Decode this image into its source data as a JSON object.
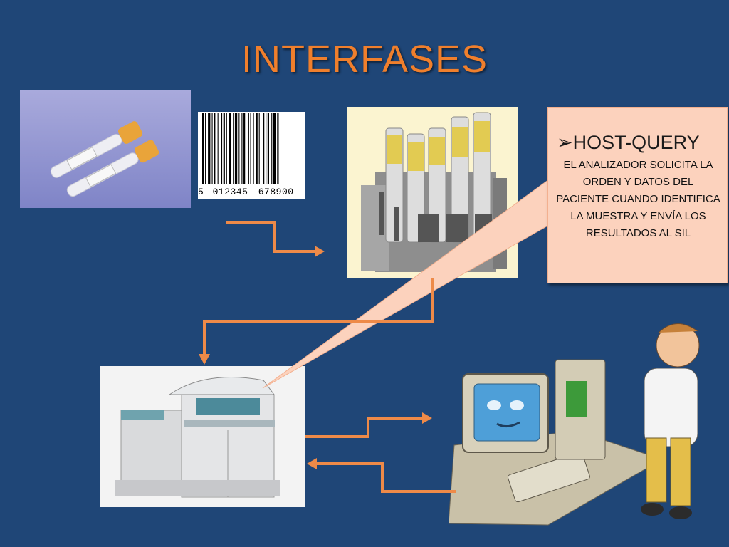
{
  "slide": {
    "title": "INTERFASES"
  },
  "barcode": {
    "number_lead": "5",
    "number_group1": "012345",
    "number_group2": "678900"
  },
  "callout": {
    "bullet": "➢",
    "heading": "HOST-QUERY",
    "body": "EL ANALIZADOR SOLICITA LA ORDEN Y DATOS DEL PACIENTE CUANDO IDENTIFICA LA MUESTRA Y ENVÍA LOS RESULTADOS AL SIL"
  },
  "colors": {
    "background": "#1f4677",
    "title": "#f07f2c",
    "arrow": "#ee8a48",
    "callout_fill": "#fcd2bd"
  },
  "icons": {
    "tubes": "blood-tubes-photo",
    "barcode": "barcode-image",
    "rack": "sample-rack-photo",
    "analyzer": "lab-analyzer-photo",
    "computer": "doctor-computer-cartoon"
  }
}
